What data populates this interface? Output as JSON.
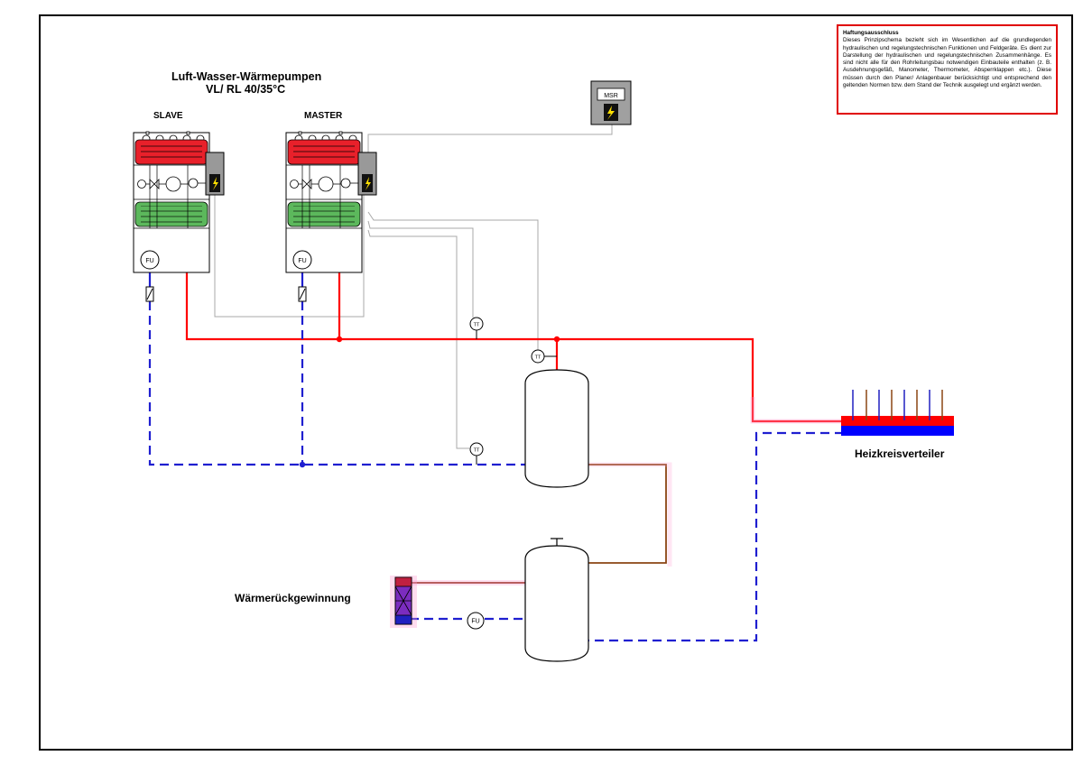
{
  "title": {
    "line1": "Luft-Wasser-Wärmepumpen",
    "line2": "VL/ RL 40/35°C"
  },
  "units": {
    "slave_label": "SLAVE",
    "master_label": "MASTER",
    "pump_label": "FU",
    "msr_label": "MSR"
  },
  "sensors": {
    "tt_label": "TT"
  },
  "manifold": {
    "label": "Heizkreisverteiler"
  },
  "heat_recovery": {
    "label": "Wärmerückgewinnung",
    "pump_label": "FU"
  },
  "disclaimer": {
    "title": "Haftungsausschluss",
    "text": "Dieses Prinzipschema bezieht sich im Wesentlichen auf die grundlegenden hydraulischen und regelungstechnischen Funktionen und Feldgeräte. Es dient zur Darstellung der hydraulischen und regelungstechnischen Zusammenhänge. Es sind nicht alle für den Rohrleitungsbau notwendigen Einbauteile enthalten (z. B. Ausdehnungsgefäß, Manometer, Thermometer, Absperrklappen etc.). Diese müssen durch den Planer/ Anlagenbauer berücksichtigt und entsprechend den geltenden Normen bzw. dem Stand der Technik ausgelegt und ergänzt werden."
  },
  "colors": {
    "supply": "#ff0000",
    "return": "#1f1fd0",
    "control": "#a8a8a8",
    "transfer": "#8b4513",
    "condenser": "#e8202a",
    "evaporator": "#5cb85c",
    "frame": "#000000"
  }
}
